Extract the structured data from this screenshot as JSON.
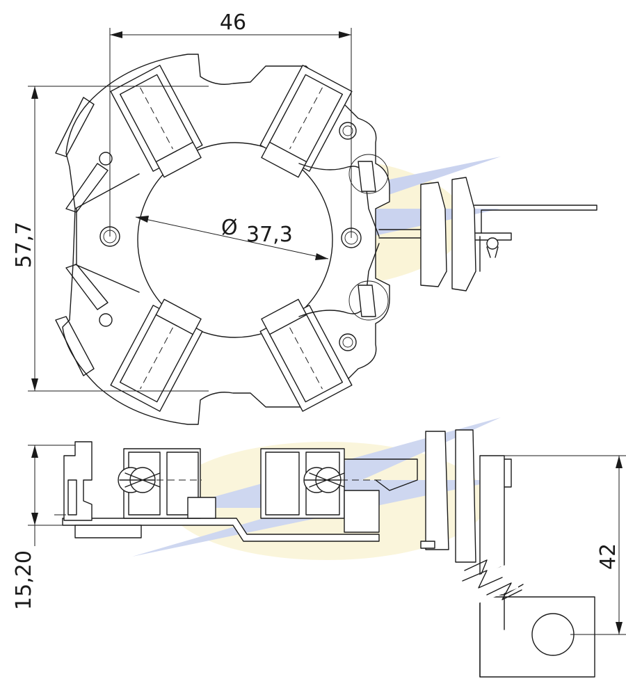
{
  "dimensions": {
    "width_top": "46",
    "height_top": "57,7",
    "inner_diameter": "37,3",
    "height_side": "15,20",
    "cable_length": "42"
  },
  "symbols": {
    "diameter": "Ø"
  },
  "colors": {
    "line": "#1a1a1a",
    "watermark_blue": "#8e9fd8",
    "watermark_yellow": "#f5e6a8"
  }
}
